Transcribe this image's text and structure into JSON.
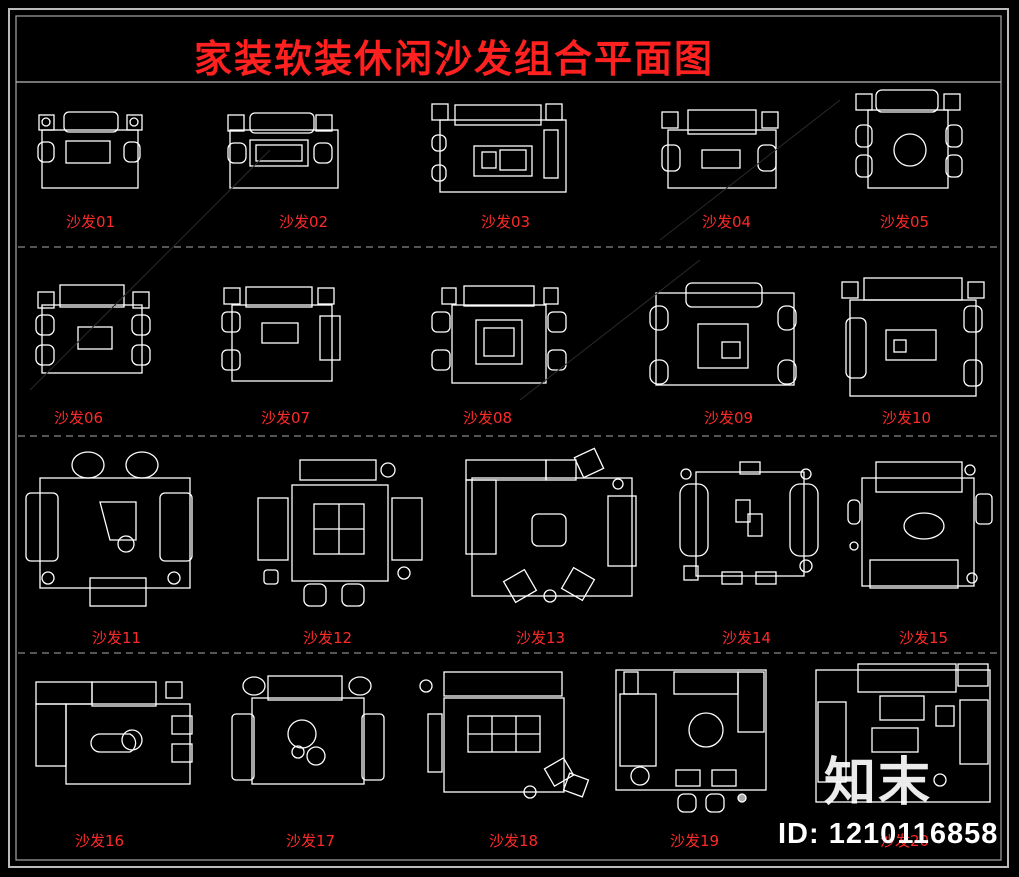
{
  "title": "家装软装休闲沙发组合平面图",
  "labels": [
    "沙发01",
    "沙发02",
    "沙发03",
    "沙发04",
    "沙发05",
    "沙发06",
    "沙发07",
    "沙发08",
    "沙发09",
    "沙发10",
    "沙发11",
    "沙发12",
    "沙发13",
    "沙发14",
    "沙发15",
    "沙发16",
    "沙发17",
    "沙发18",
    "沙发19",
    "沙发20"
  ],
  "watermark": {
    "logo": "知末",
    "id": "ID: 1210116858"
  },
  "colors": {
    "background": "#000000",
    "title": "#ff2020",
    "label": "#ff2a2a",
    "line": "#ffffff",
    "divider": "#8a8a8a"
  }
}
